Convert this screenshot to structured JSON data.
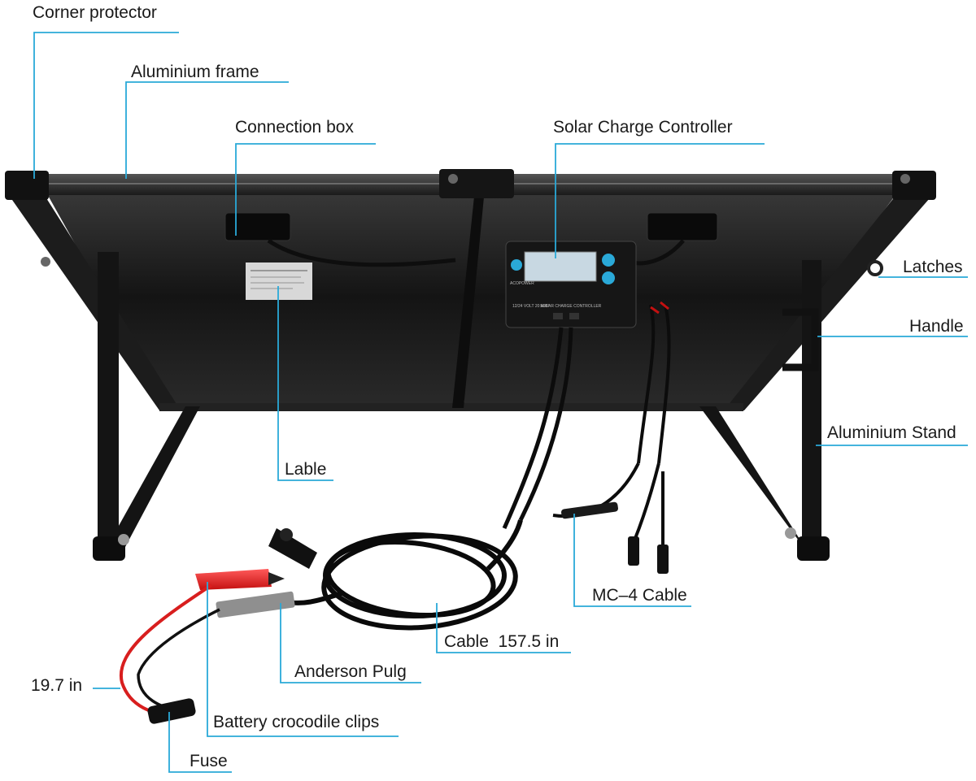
{
  "accent": "#2aa9d8",
  "controller": {
    "brand": "ACOPOWER",
    "specs": "12/24 VOLT 20 AMP",
    "title": "SOLAR CHARGE CONTROLLER"
  },
  "labels": {
    "corner_protector": "Corner protector",
    "aluminium_frame": "Aluminium frame",
    "connection_box": "Connection box",
    "solar_charge_controller": "Solar Charge Controller",
    "latches": "Latches",
    "handle": "Handle",
    "aluminium_stand": "Aluminium Stand",
    "lable": "Lable",
    "mc4_cable": "MC–4 Cable",
    "cable_length": "Cable  157.5 in",
    "anderson_plug": "Anderson Pulg",
    "clip_length": "19.7 in",
    "crocodile_clips": "Battery crocodile clips",
    "fuse": "Fuse"
  }
}
